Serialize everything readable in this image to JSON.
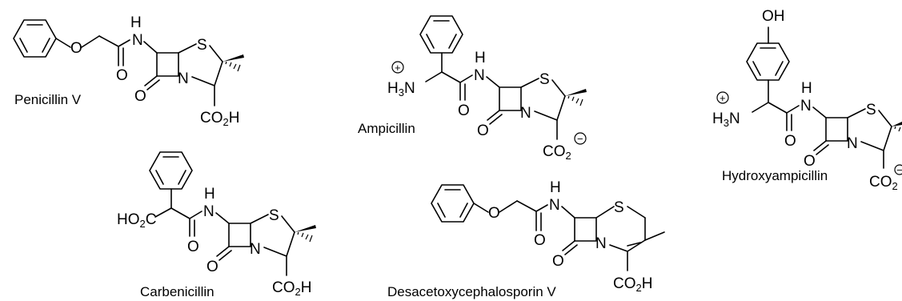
{
  "molecules": [
    {
      "key": "penicillin-v",
      "name": "Penicillin V",
      "atom_labels": {
        "ether_oxygen": "O",
        "amide_n": "N",
        "amide_h": "H",
        "amide_o": "O",
        "lactam_o": "O",
        "ring_n": "N",
        "ring_s": "S",
        "acid_group": "CO",
        "acid_sub": "2",
        "acid_h": "H"
      }
    },
    {
      "key": "ampicillin",
      "name": "Ampicillin",
      "atom_labels": {
        "ammonium_h": "H",
        "ammonium_sub": "3",
        "ammonium_n": "N",
        "charge_plus": "+",
        "amide_n": "N",
        "amide_h": "H",
        "amide_o": "O",
        "lactam_o": "O",
        "ring_n": "N",
        "ring_s": "S",
        "acid_group": "CO",
        "acid_sub": "2",
        "charge_minus": "−"
      }
    },
    {
      "key": "hydroxyampicillin",
      "name": "Hydroxyampicillin",
      "atom_labels": {
        "hydroxyl": "OH",
        "ammonium_h": "H",
        "ammonium_sub": "3",
        "ammonium_n": "N",
        "charge_plus": "+",
        "amide_n": "N",
        "amide_h": "H",
        "amide_o": "O",
        "lactam_o": "O",
        "ring_n": "N",
        "ring_s": "S",
        "acid_group": "CO",
        "acid_sub": "2",
        "charge_minus": "−"
      }
    },
    {
      "key": "carbenicillin",
      "name": "Carbenicillin",
      "atom_labels": {
        "side_acid": "HO",
        "side_acid_sub": "2",
        "side_acid_c": "C",
        "amide_n": "N",
        "amide_h": "H",
        "amide_o": "O",
        "lactam_o": "O",
        "ring_n": "N",
        "ring_s": "S",
        "acid_group": "CO",
        "acid_sub": "2",
        "acid_h": "H"
      }
    },
    {
      "key": "desacetoxycephalosporin-v",
      "name": "Desacetoxycephalosporin V",
      "atom_labels": {
        "ether_oxygen": "O",
        "amide_n": "N",
        "amide_h": "H",
        "amide_o": "O",
        "lactam_o": "O",
        "ring_n": "N",
        "ring_s": "S",
        "acid_group": "CO",
        "acid_sub": "2",
        "acid_h": "H"
      }
    }
  ]
}
